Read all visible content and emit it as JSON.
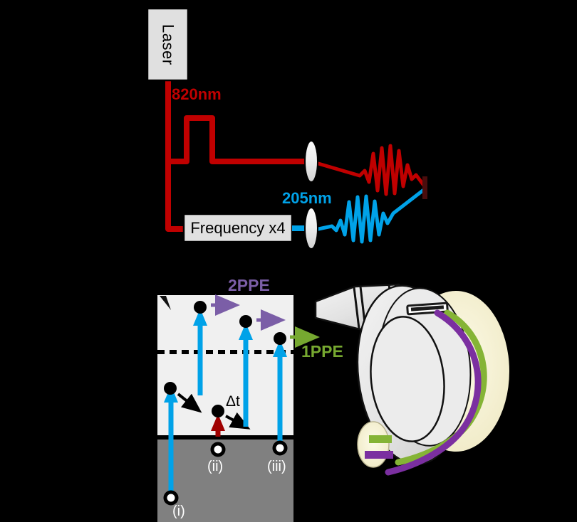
{
  "figure": {
    "background_color": "#000000",
    "description": "Time-resolved two-photon photoemission (2PPE) experimental schematic with pump-probe optical layout, energy level diagram and hemispherical electron analyzer"
  },
  "optics": {
    "laser_box": {
      "label": "Laser",
      "fill": "#e0e0e0",
      "stroke": "#000000",
      "orientation": "vertical-text"
    },
    "fundamental_beam": {
      "label": "820nm",
      "color": "#c00000"
    },
    "frequency_box": {
      "label": "Frequency x4",
      "fill": "#e0e0e0",
      "stroke": "#000000"
    },
    "uv_beam": {
      "label": "205nm",
      "color": "#00a2e8"
    },
    "lens": {
      "name": "focusing-lens",
      "fill": "#ffffff",
      "stroke": "#000000",
      "count": 2
    },
    "sample_bar": {
      "name": "sample",
      "color": "#4a0d0d"
    },
    "delay_stage": {
      "name": "delay-stage",
      "color": "#c00000"
    }
  },
  "energy_diagram": {
    "vacuum_fill": "#f0f0f0",
    "bulk_fill": "#808080",
    "surface_line_color": "#000000",
    "vacuum_level": {
      "name": "vacuum-level-dashed-line",
      "style": "dashed",
      "color": "#000000"
    },
    "labels": {
      "two_ppe": "2PPE",
      "one_ppe": "1PPE",
      "delay": "Δt",
      "path_i": "(i)",
      "path_ii": "(ii)",
      "path_iii": "(iii)"
    },
    "colors": {
      "two_ppe": "#7b5ea7",
      "one_ppe": "#76a830",
      "probe_arrow": "#00a2e8",
      "pump_arrow": "#a00000",
      "electron": "#000000",
      "hole_outline": "#000000",
      "hole_fill": "#ffffff",
      "bulk_label_text": "#ffffff"
    },
    "transitions": [
      {
        "id": "i",
        "label": "(i)",
        "origin": "bulk",
        "arrow_color": "#00a2e8",
        "outcome": "relaxation"
      },
      {
        "id": "ii",
        "label": "(ii)",
        "origin": "surface",
        "arrow_color": "#a00000",
        "outcome": "delayed-probe"
      },
      {
        "id": "iii",
        "label": "(iii)",
        "origin": "bulk",
        "arrow_color": "#00a2e8",
        "outcome": "direct-1PPE"
      }
    ]
  },
  "analyzer": {
    "name": "hemispherical-electron-analyzer",
    "lens_fill": "#e8e8e8",
    "body_fill": "#e2e2e2",
    "inner_fill": "#ececec",
    "detector_fill": "#f7f3d8",
    "slit_color": "#1a1a1a",
    "trajectories": [
      {
        "name": "green-trajectory",
        "color": "#85b436"
      },
      {
        "name": "purple-trajectory",
        "color": "#7b2fa0"
      }
    ]
  }
}
